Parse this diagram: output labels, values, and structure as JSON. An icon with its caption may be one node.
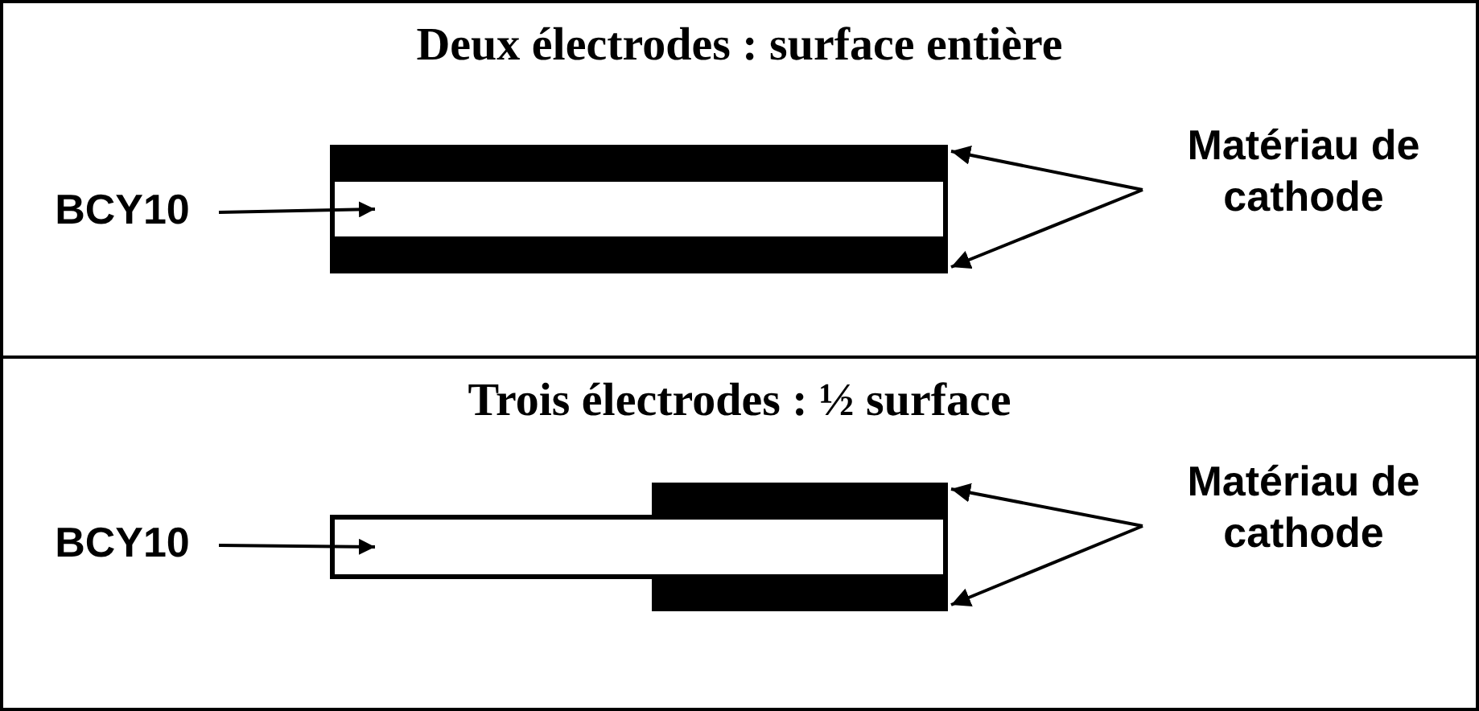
{
  "diagram": {
    "nodes": [
      {
        "text": [
          "Deux électrodes : surface entière"
        ]
      },
      {
        "text": [
          "BCY10"
        ],
        "in": 0
      },
      {
        "text": [],
        "shape": "box",
        "in": 0
      },
      {
        "text": [],
        "shape": "bar",
        "in": 0
      },
      {
        "text": [],
        "shape": "bar",
        "in": 0
      },
      {
        "text": [
          "Matériau de cathode"
        ],
        "in": 0
      },
      {
        "text": [
          "Trois électrodes : ½ surface"
        ]
      },
      {
        "text": [
          "BCY10"
        ],
        "in": 6
      },
      {
        "text": [],
        "shape": "box",
        "in": 6
      },
      {
        "text": [],
        "shape": "bar",
        "in": 6
      },
      {
        "text": [],
        "shape": "bar",
        "in": 6
      },
      {
        "text": [
          "Matériau de cathode"
        ],
        "in": 6
      }
    ],
    "edges": [
      {
        "from": 1,
        "to": 2,
        "arrow": "to"
      },
      {
        "from": 5,
        "to": 3,
        "arrow": "to"
      },
      {
        "from": 5,
        "to": 4,
        "arrow": "to"
      },
      {
        "from": 7,
        "to": 8,
        "arrow": "to"
      },
      {
        "from": 11,
        "to": 9,
        "arrow": "to"
      },
      {
        "from": 11,
        "to": 10,
        "arrow": "to"
      }
    ]
  }
}
